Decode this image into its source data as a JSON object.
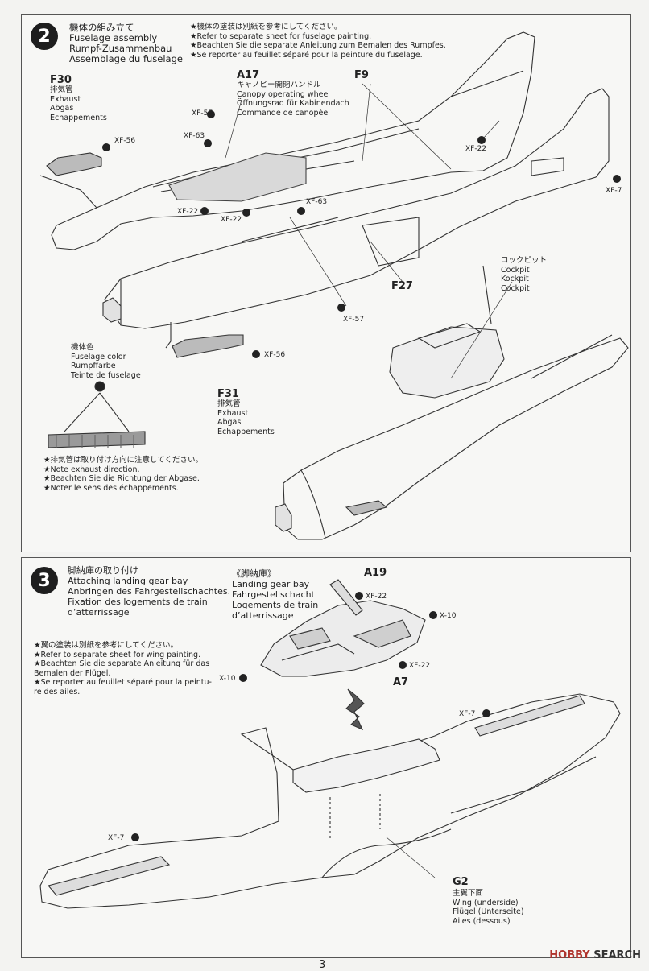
{
  "step2": {
    "number": "2",
    "title": [
      "機体の組み立て",
      "Fuselage assembly",
      "Rumpf-Zusammenbau",
      "Assemblage du fuselage"
    ],
    "note": [
      "★機体の塗装は別紙を参考にしてください。",
      "★Refer to separate sheet for fuselage painting.",
      "★Beachten Sie die separate Anleitung zum Bemalen des Rumpfes.",
      "★Se reporter au feuillet séparé pour la peinture du fuselage."
    ],
    "f30": {
      "code": "F30",
      "lines": [
        "排気管",
        "Exhaust",
        "Abgas",
        "Echappements"
      ]
    },
    "a17": {
      "code": "A17",
      "lines": [
        "キャノピー開閉ハンドル",
        "Canopy operating wheel",
        "Öffnungsrad für Kabinendach",
        "Commande de canopée"
      ]
    },
    "f9": "F9",
    "f27": "F27",
    "f31": {
      "code": "F31",
      "lines": [
        "排気管",
        "Exhaust",
        "Abgas",
        "Echappements"
      ]
    },
    "cockpit": [
      "コックピット",
      "Cockpit",
      "Kockpit",
      "Cockpit"
    ],
    "fuselage_color": [
      "機体色",
      "Fuselage color",
      "Rumpffarbe",
      "Teinte de fuselage"
    ],
    "exhaust_note": [
      "★排気管は取り付け方向に注意してください。",
      "★Note exhaust direction.",
      "★Beachten Sie die Richtung der Abgase.",
      "★Noter le sens des échappements."
    ],
    "paints": {
      "xf56": "XF-56",
      "xf57": "XF-57",
      "xf63": "XF-63",
      "xf22": "XF-22",
      "xf7": "XF-7"
    }
  },
  "step3": {
    "number": "3",
    "title": [
      "脚納庫の取り付け",
      "Attaching landing gear bay",
      "Anbringen des Fahrgestellschachtes.",
      "Fixation des logements de train",
      "d’atterrissage"
    ],
    "bay_title": [
      "《脚納庫》",
      "Landing gear bay",
      "Fahrgestellschacht",
      "Logements de train",
      "d’atterrissage"
    ],
    "note": [
      "★翼の塗装は別紙を参考にしてください。",
      "★Refer to separate sheet for wing painting.",
      "★Beachten Sie die separate Anleitung für das",
      "Bemalen der Flügel.",
      "★Se reporter au feuillet séparé pour la peintu-",
      "re des ailes."
    ],
    "a19": "A19",
    "a7": "A7",
    "g2": {
      "code": "G2",
      "lines": [
        "主翼下面",
        "Wing (underside)",
        "Flügel (Unterseite)",
        "Ailes (dessous)"
      ]
    },
    "paints": {
      "xf22": "XF-22",
      "xf10": "X-10",
      "xf7": "XF-7"
    }
  },
  "footer": {
    "page": "3",
    "watermark_brand": "HOBBY",
    "watermark_rest": "SEARCH"
  }
}
